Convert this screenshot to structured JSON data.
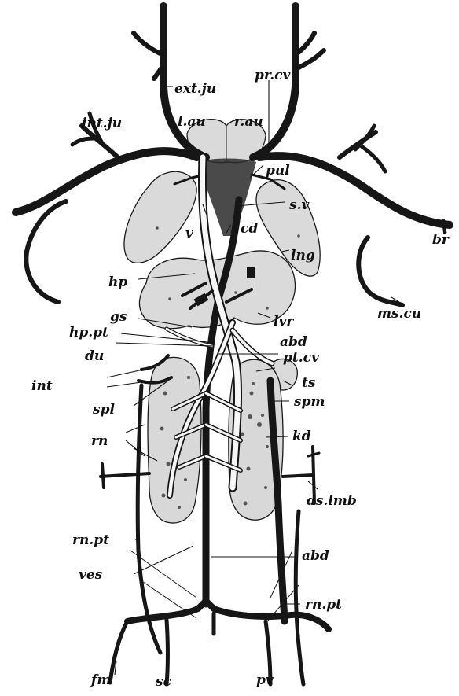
{
  "labels": {
    "ext_ju": "ext.ju",
    "pr_cv": "pr.cv",
    "int_ju": "int.ju",
    "l_au": "l.au",
    "r_au": "r.au",
    "pul": "pul",
    "s_v": "s.v",
    "br": "br",
    "v": "v",
    "cd": "cd",
    "hp": "hp",
    "lng": "lng",
    "ms_cu": "ms.cu",
    "gs": "gs",
    "lvr": "lvr",
    "hp_pt": "hp.pt",
    "abd_upper": "abd",
    "du": "du",
    "pt_cv": "pt.cv",
    "int": "int",
    "ts": "ts",
    "spl": "spl",
    "spm": "spm",
    "rn": "rn",
    "kd": "kd",
    "ds_lmb": "ds.lmb",
    "rn_pt_left": "rn.pt",
    "ves": "ves",
    "abd_lower": "abd",
    "rn_pt_right": "rn.pt",
    "fm": "fm",
    "sc": "sc",
    "pv": "pv"
  }
}
